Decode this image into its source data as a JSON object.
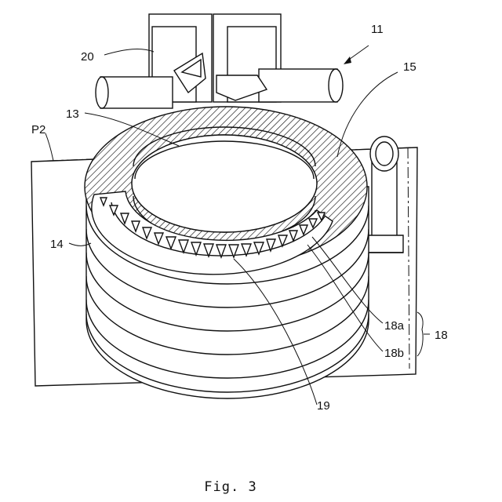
{
  "labels": {
    "n11": "11",
    "n20": "20",
    "n15": "15",
    "n13": "13",
    "p2": "P2",
    "n14": "14",
    "n18a": "18a",
    "n18b": "18b",
    "n18": "18",
    "n19": "19"
  },
  "caption": "Fig. 3",
  "colors": {
    "ink": "#111111",
    "paper": "#ffffff"
  }
}
